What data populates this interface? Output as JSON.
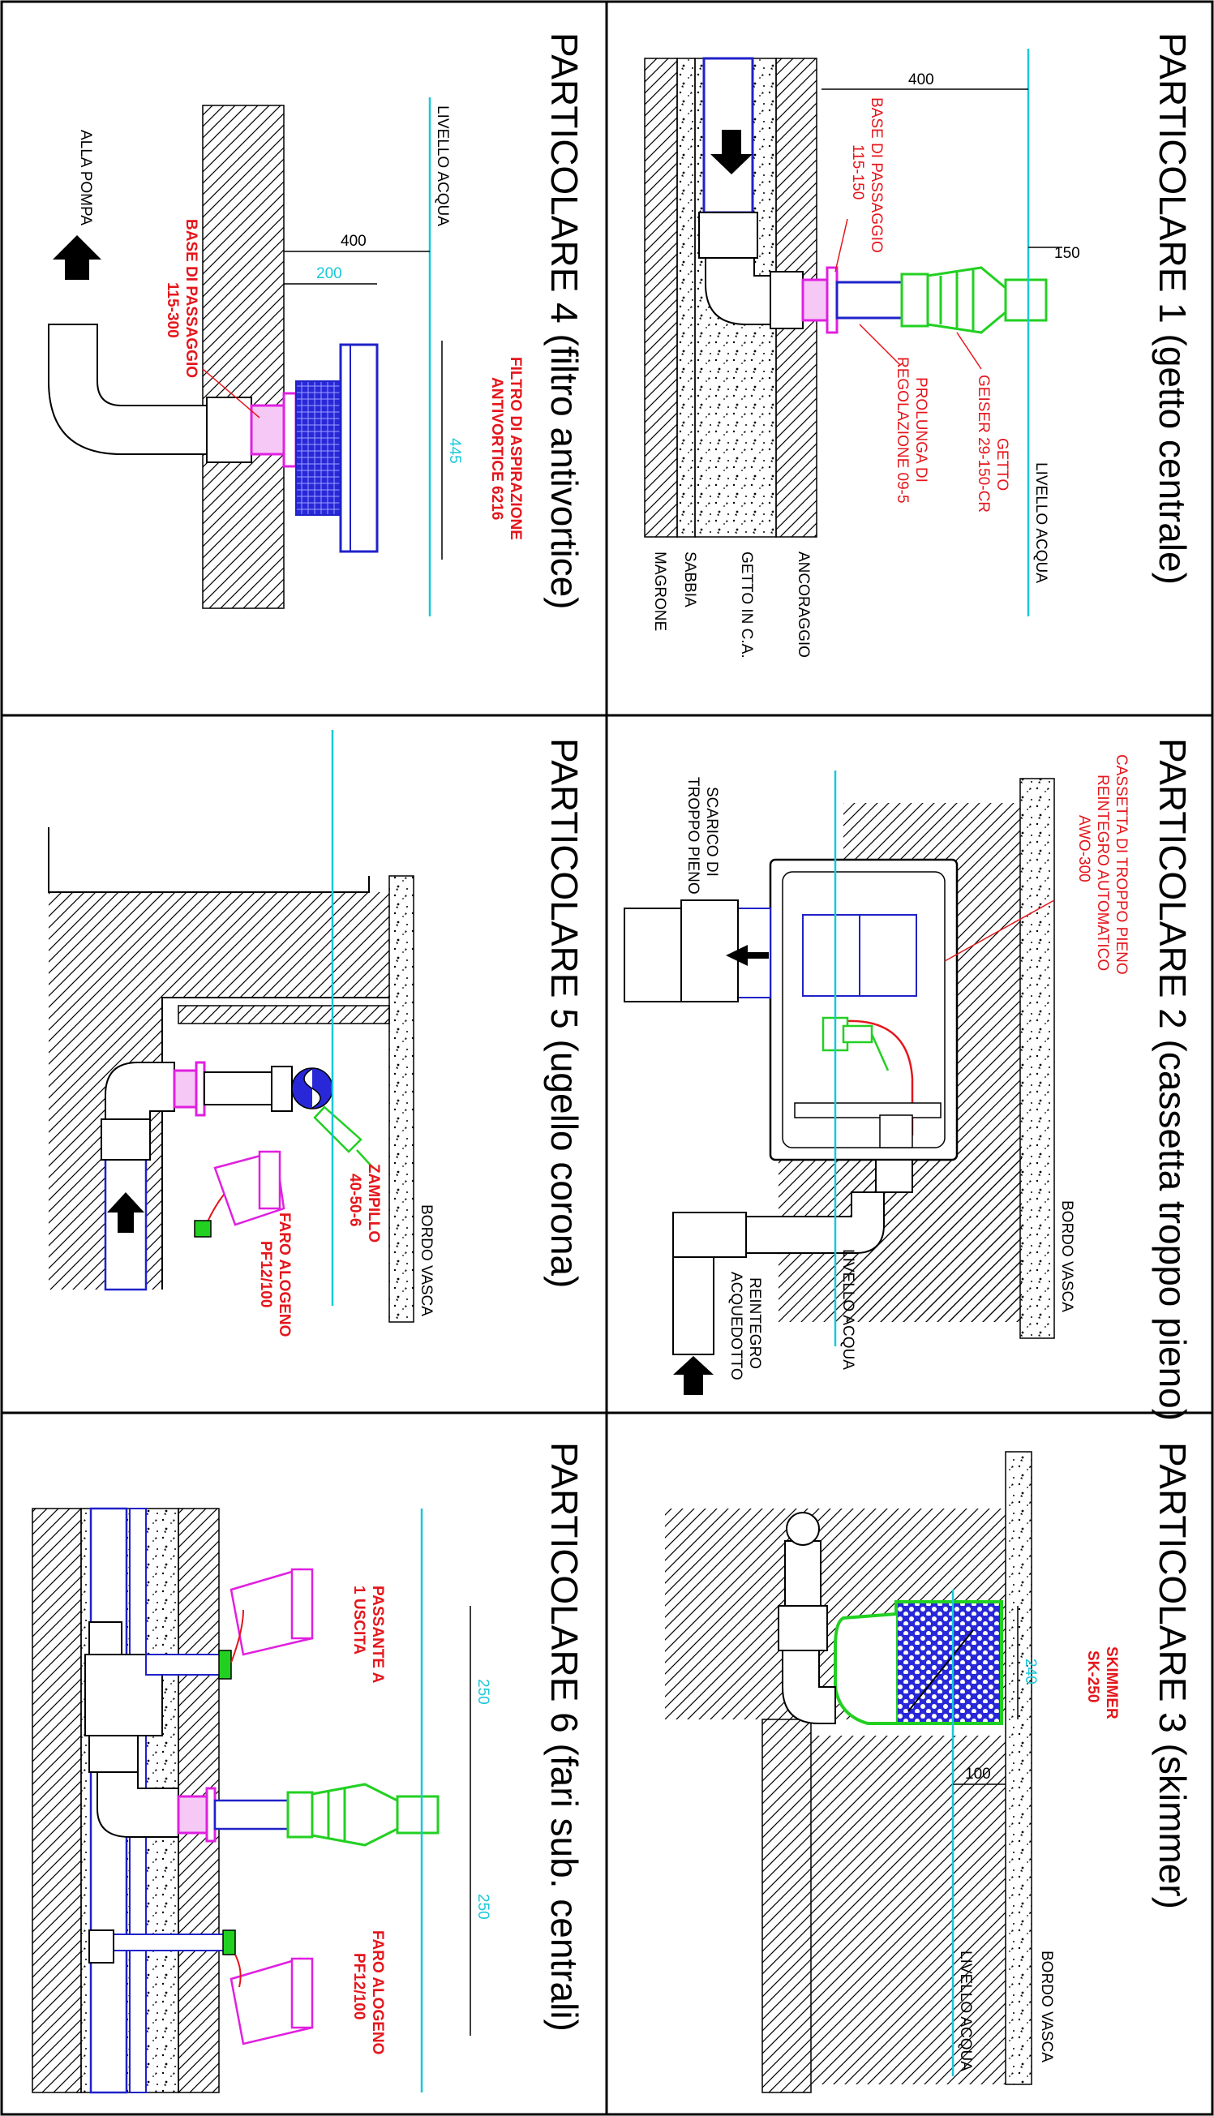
{
  "panels": {
    "p1": {
      "title": "PARTICOLARE 1  (getto centrale)",
      "water": "LIVELLO ACQUA",
      "dim_400": "400",
      "dim_150": "150",
      "base_line1": "BASE DI PASSAGGIO",
      "base_line2": "115-150",
      "prolunga_line1": "PROLUNGA DI",
      "prolunga_line2": "REGOLAZIONE 09-5",
      "getto_line1": "GETTO",
      "getto_line2": "GEISER 29-150-CR",
      "layer1": "ANCORAGGIO",
      "layer2": "GETTO IN C.A.",
      "layer3": "SABBIA",
      "layer4": "MAGRONE"
    },
    "p2": {
      "title": "PARTICOLARE 2    (cassetta troppo pieno)",
      "cassetta_line1": "CASSETTA DI TROPPO PIENO",
      "cassetta_line2": "REINTEGRO AUTOMATICO",
      "cassetta_line3": "AWO-300",
      "scarico_line1": "SCARICO DI",
      "scarico_line2": "TROPPO PIENO",
      "bordo": "BORDO VASCA",
      "water": "LIVELLO ACQUA",
      "reintegro_line1": "REINTEGRO",
      "reintegro_line2": "ACQUEDOTTO"
    },
    "p3": {
      "title": "PARTICOLARE 3  (skimmer)",
      "skimmer_line1": "SKIMMER",
      "skimmer_line2": "SK-250",
      "dim_240": "240",
      "dim_100": "100",
      "water": "LIVELLO ACQUA",
      "bordo": "BORDO VASCA"
    },
    "p4": {
      "title": "PARTICOLARE 4    (filtro antivortice)",
      "water": "LIVELLO ACQUA",
      "dim_400": "400",
      "dim_200": "200",
      "dim_445": "445",
      "pompa": "ALLA POMPA",
      "base_line1": "BASE DI PASSAGGIO",
      "base_line2": "115-300",
      "filtro_line1": "FILTRO DI ASPIRAZIONE",
      "filtro_line2": "ANTIVORTICE 6216"
    },
    "p5": {
      "title": "PARTICOLARE 5   (ugello corona)",
      "bordo": "BORDO VASCA",
      "zampillo_line1": "ZAMPILLO",
      "zampillo_line2": "40-50-6",
      "faro_line1": "FARO ALOGENO",
      "faro_line2": "PF12/100"
    },
    "p6": {
      "title": "PARTICOLARE 6   (fari sub. centrali)",
      "dim_250a": "250",
      "dim_250b": "250",
      "passante_line1": "PASSANTE A",
      "passante_line2": "1 USCITA",
      "faro_line1": "FARO ALOGENO",
      "faro_line2": "PF12/100"
    }
  },
  "colors": {
    "water_line": "#19c8d8",
    "annotation_red": "#e4161c",
    "fitting_magenta": "#e020e0",
    "jet_green": "#22d022",
    "pipe_blue": "#1f22c8",
    "frame_black": "#000000"
  }
}
